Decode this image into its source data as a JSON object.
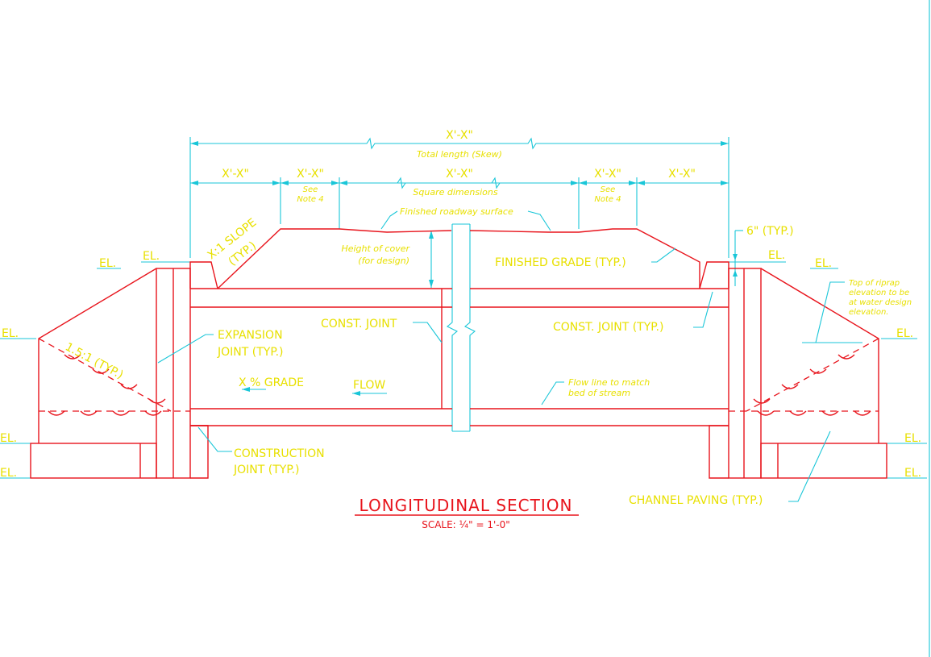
{
  "dimensions": {
    "total_length": "X'-X\"",
    "total_length_note": "Total length (Skew)",
    "seg_left": "X'-X\"",
    "seg_left_mid": "X'-X\"",
    "seg_center": "X'-X\"",
    "seg_right_mid": "X'-X\"",
    "seg_right": "X'-X\"",
    "see_note_left": [
      "See",
      "Note 4"
    ],
    "see_note_right": [
      "See",
      "Note 4"
    ],
    "square_note": "Square dimensions",
    "six_inch": "6\" (TYP.)"
  },
  "labels": {
    "finished_roadway": "Finished roadway surface",
    "slope": "X:1 SLOPE",
    "slope_typ": "(TYP.)",
    "height_cover": "Height of cover",
    "for_design": "(for design)",
    "finished_grade": "FINISHED GRADE (TYP.)",
    "el": "EL.",
    "const_joint_left": "CONST. JOINT",
    "const_joint_right": "CONST. JOINT (TYP.)",
    "expansion_joint": [
      "EXPANSION",
      "JOINT (TYP.)"
    ],
    "grade": "X % GRADE",
    "flow": "FLOW",
    "flow_line": [
      "Flow line to match",
      "bed of stream"
    ],
    "riprap_slope": "1.5:1 (TYP.)",
    "construction_joint": [
      "CONSTRUCTION",
      "JOINT (TYP.)"
    ],
    "riprap_note": [
      "Top of riprap",
      "elevation to be",
      "at water design",
      "elevation."
    ],
    "channel_paving": "CHANNEL PAVING (TYP.)"
  },
  "title": {
    "main": "LONGITUDINAL SECTION",
    "scale": "SCALE: ¼\" = 1'-0\""
  },
  "colors": {
    "structure": "#e8141c",
    "dimension": "#19c6d8",
    "text": "#e8e000",
    "background": "#ffffff"
  }
}
